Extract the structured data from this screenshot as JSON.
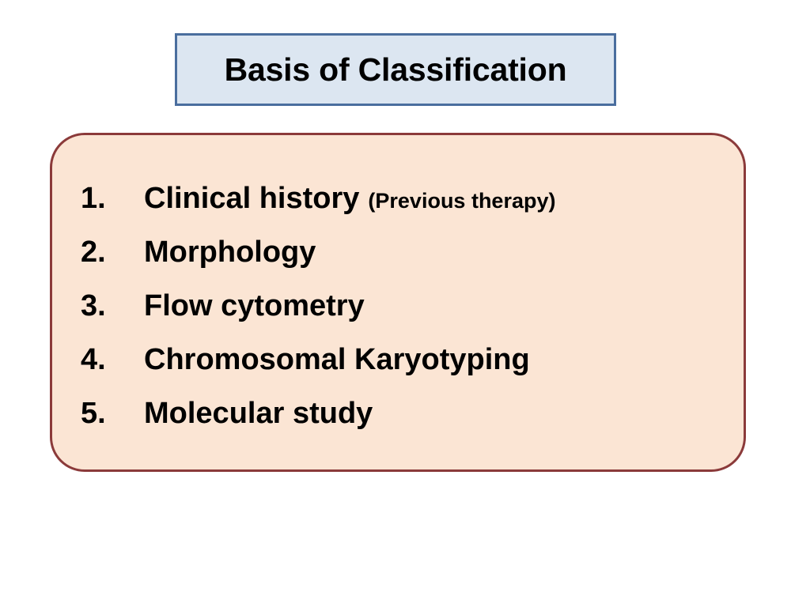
{
  "slide": {
    "background_color": "#FFFFFF",
    "title": {
      "text": "Basis of Classification",
      "fill_color": "#DCE6F1",
      "border_color": "#4A6E9E"
    },
    "content": {
      "fill_color": "#FBE5D4",
      "border_color": "#8B3A3A",
      "items": [
        {
          "number": "1.",
          "label": "Clinical history",
          "note": "(Previous therapy)"
        },
        {
          "number": "2.",
          "label": "Morphology",
          "note": ""
        },
        {
          "number": "3.",
          "label": "Flow cytometry",
          "note": ""
        },
        {
          "number": "4.",
          "label": "Chromosomal Karyotyping",
          "note": ""
        },
        {
          "number": "5.",
          "label": "Molecular study",
          "note": ""
        }
      ]
    }
  }
}
